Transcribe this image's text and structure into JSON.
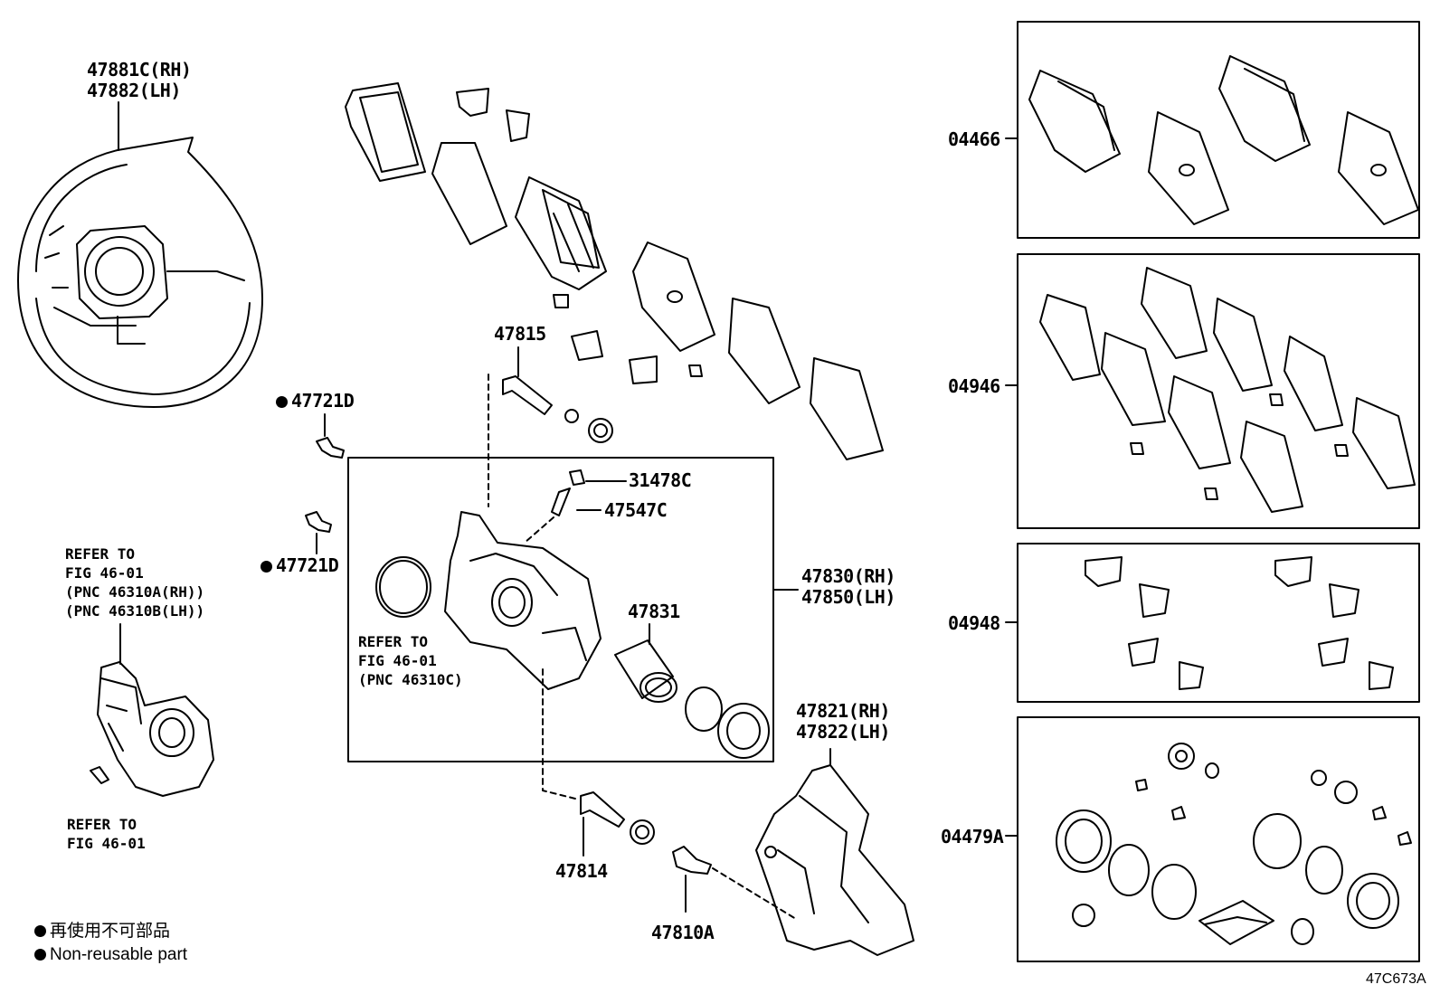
{
  "labels": {
    "shield_rh": "47881C(RH)",
    "shield_lh": "47882(LH)",
    "bolt_upper": "47721D",
    "bolt_lower": "47721D",
    "pin_upper": "47815",
    "cap": "31478C",
    "bleeder": "47547C",
    "piston": "47831",
    "cyl_rh": "47830(RH)",
    "cyl_lh": "47850(LH)",
    "mount_rh": "47821(RH)",
    "mount_lh": "47822(LH)",
    "pin_lower": "47814",
    "mount_bolt": "47810A",
    "kit_pads": "04466",
    "kit_shims": "04946",
    "kit_clips": "04948",
    "kit_seals": "04479A"
  },
  "refs": {
    "motor": "REFER TO\nFIG 46-01\n(PNC 46310A(RH))\n(PNC 46310B(LH))",
    "motor_bottom": "REFER TO\nFIG 46-01",
    "caliper_ring": "REFER TO\nFIG 46-01\n(PNC 46310C)"
  },
  "legend": {
    "line1": "再使用不可部品",
    "line2": "Non-reusable part"
  },
  "diagram_code": "47C673A"
}
